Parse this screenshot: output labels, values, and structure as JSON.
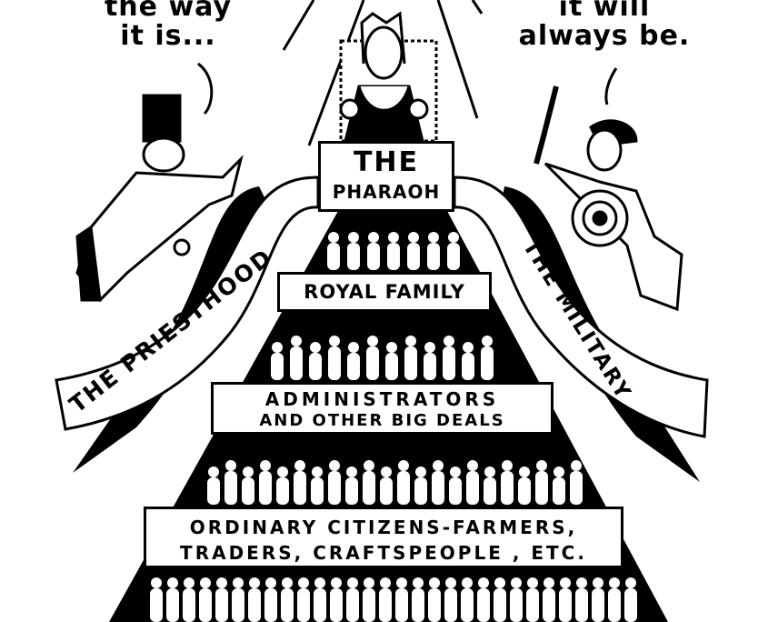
{
  "speech_left": {
    "line1": "the way",
    "line2": "it is..."
  },
  "speech_right": {
    "line1": "it will",
    "line2": "always be."
  },
  "pharaoh_label": {
    "line1": "THE",
    "line2": "PHARAOH"
  },
  "royal_family_label": "ROYAL FAMILY",
  "administrators_label": {
    "line1": "ADMINISTRATORS",
    "line2": "AND OTHER BIG DEALS"
  },
  "citizens_label": {
    "line1": "ORDINARY CITIZENS-FARMERS,",
    "line2": "TRADERS, CRAFTSPEOPLE , ETC."
  },
  "priesthood_banner": "THE PRIESTHOOD",
  "military_banner": "THE MILITARY"
}
